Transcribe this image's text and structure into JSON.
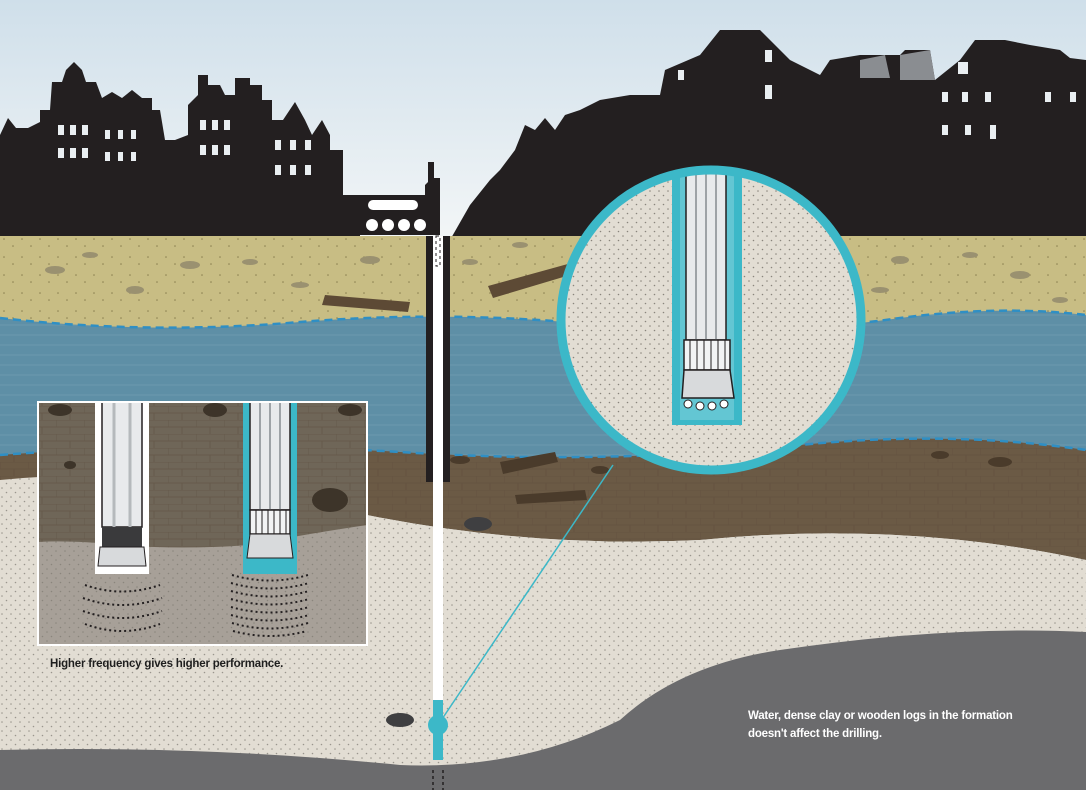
{
  "captions": {
    "frequency_note": "Higher frequency gives higher performance.",
    "formation_note_line1": "Water, dense clay or wooden logs in the formation",
    "formation_note_line2": "doesn't affect the drilling."
  },
  "colors": {
    "sky": "#dfeaf0",
    "silhouette": "#231f20",
    "topsoil": "#c8bd84",
    "water": "#5e8fa6",
    "clay": "#6b5a45",
    "sand": "#e2ddd3",
    "bedrock": "#6b6b6d",
    "accent_cyan": "#3cb8c8"
  }
}
